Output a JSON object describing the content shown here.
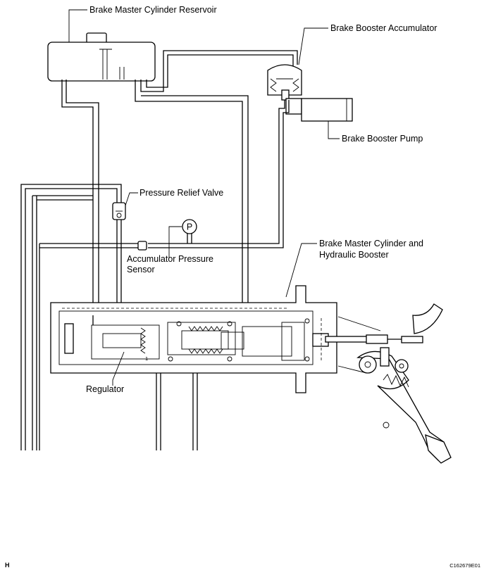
{
  "labels": {
    "reservoir": "Brake Master Cylinder Reservoir",
    "accumulator": "Brake Booster Accumulator",
    "pump": "Brake Booster Pump",
    "relief_valve": "Pressure Relief Valve",
    "sensor_line1": "Accumulator Pressure",
    "sensor_line2": "Sensor",
    "sensor_symbol": "P",
    "master_line1": "Brake Master Cylinder and",
    "master_line2": "Hydraulic Booster",
    "regulator": "Regulator"
  },
  "corner_mark": "H",
  "figure_code": "C162679E01"
}
